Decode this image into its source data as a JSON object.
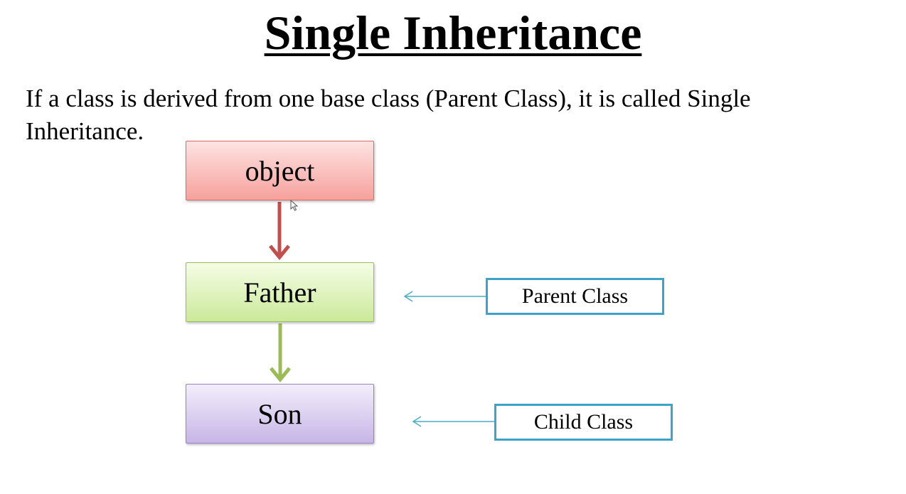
{
  "title": "Single Inheritance",
  "description": "If a class is derived from one base class (Parent Class), it is called Single Inheritance.",
  "nodes": {
    "object": "object",
    "father": "Father",
    "son": "Son"
  },
  "labels": {
    "parent": "Parent Class",
    "child": "Child Class"
  },
  "colors": {
    "object_arrow": "#c0504d",
    "father_arrow": "#9bbb59",
    "pointer_arrow": "#4bacc6"
  }
}
